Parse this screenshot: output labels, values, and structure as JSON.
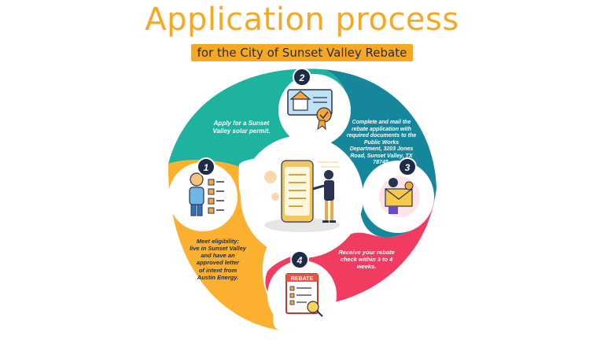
{
  "title": "Application process",
  "subtitle": "for the City of Sunset Valley Rebate",
  "steps": [
    {
      "number": "1",
      "text": "Meet eligibility:\nlive in Sunset Valley\nand have an\napproved letter\nof intent from\nAustin Energy.",
      "color": "#fbb12f",
      "icon": "person-checklist-icon"
    },
    {
      "number": "2",
      "text": "Apply for a Sunset\nValley solar permit.",
      "color": "#1eb39e",
      "icon": "house-certificate-icon"
    },
    {
      "number": "3",
      "text": "Complete and mail the\nrebate application with\nrequired documents to the\nPublic Works\nDepartment, 3203 Jones\nRoad, Sunset Valley, TX\n78745.",
      "color": "#15869b",
      "icon": "mail-documents-icon"
    },
    {
      "number": "4",
      "text": "Receive your rebate\ncheck within 3 to 4\nweeks.",
      "color": "#f03c61",
      "icon": "rebate-form-icon"
    }
  ],
  "center_icon": "phone-checklist-icon",
  "icon_labels": {
    "rebate_form": "REBATE"
  },
  "colors": {
    "accent": "#f7a823",
    "badge": "#1d2a48"
  }
}
